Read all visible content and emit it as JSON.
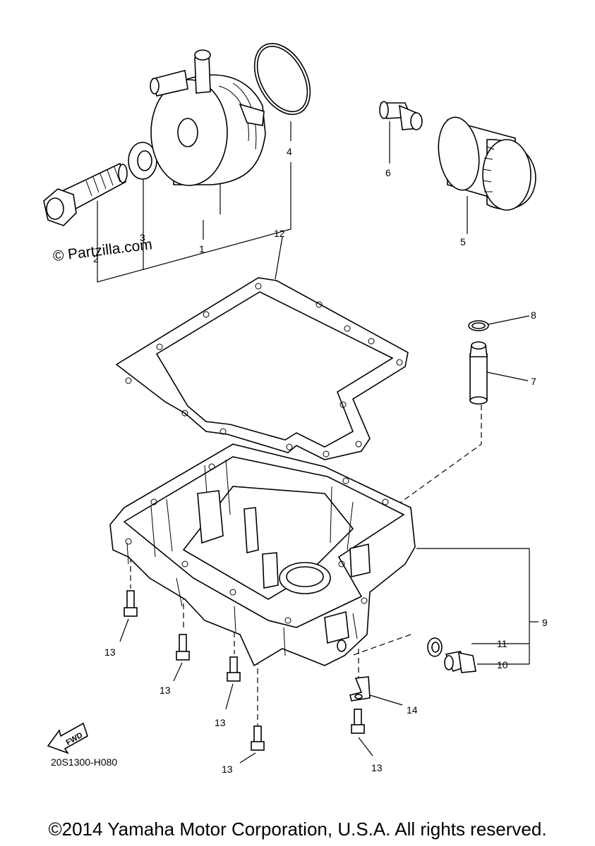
{
  "diagram": {
    "watermark": "© Partzilla.com",
    "diagram_code": "20S1300-H080",
    "fwd_label": "FWD",
    "copyright": "©2014 Yamaha Motor Corporation, U.S.A. All rights reserved.",
    "callouts": {
      "c1": "1",
      "c2": "2",
      "c3": "3",
      "c4": "4",
      "c5": "5",
      "c6": "6",
      "c7": "7",
      "c8": "8",
      "c9": "9",
      "c10": "10",
      "c11": "11",
      "c12": "12",
      "c13a": "13",
      "c13b": "13",
      "c13c": "13",
      "c13d": "13",
      "c13e": "13",
      "c14": "14"
    }
  }
}
